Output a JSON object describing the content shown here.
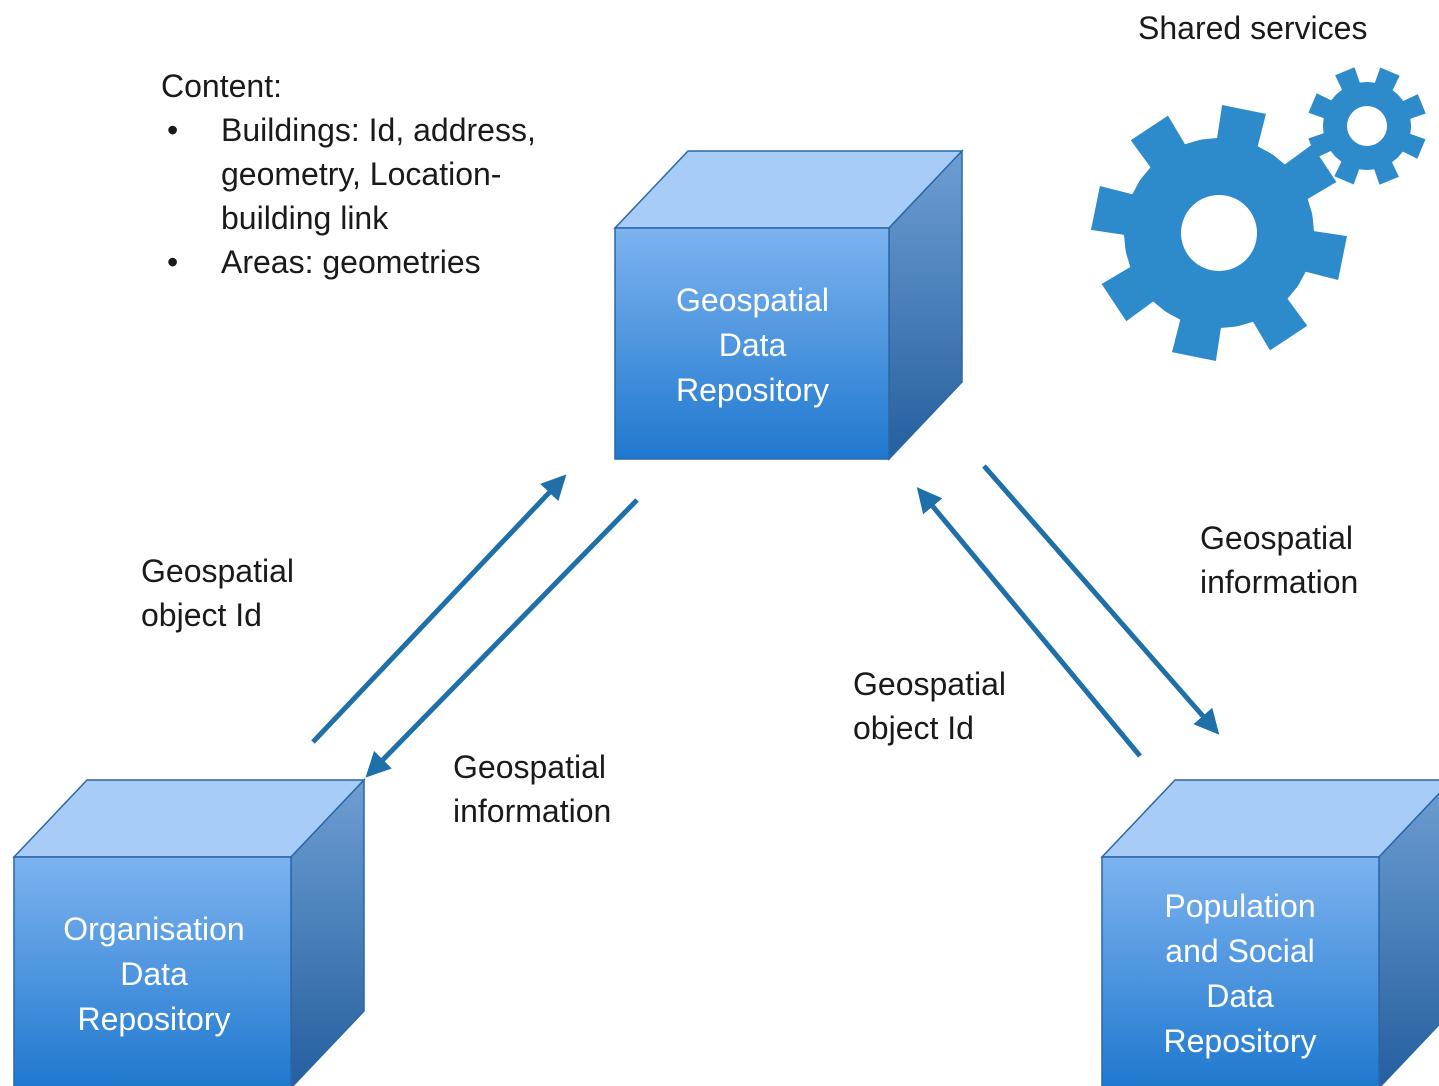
{
  "shared_services": {
    "label": "Shared services",
    "icon": "gears-icon",
    "color": "#2E8BCB"
  },
  "content_note": {
    "heading": "Content:",
    "items": [
      "Buildings: Id, address, geometry, Location-building link",
      "Areas: geometries"
    ]
  },
  "repositories": {
    "geospatial": "Geospatial Data Repository",
    "organisation": "Organisation Data Repository",
    "population": "Population and Social Data Repository"
  },
  "flows": {
    "org_to_geo": "Geospatial object Id",
    "geo_to_org": "Geospatial information",
    "pop_to_geo": "Geospatial object Id",
    "geo_to_pop": "Geospatial information"
  },
  "colors": {
    "box_top": "#A6CCF7",
    "box_front_top": "#7BB2EE",
    "box_front_bottom": "#1F78CF",
    "box_side": "#2A67A8",
    "arrow": "#1F6FA8"
  }
}
